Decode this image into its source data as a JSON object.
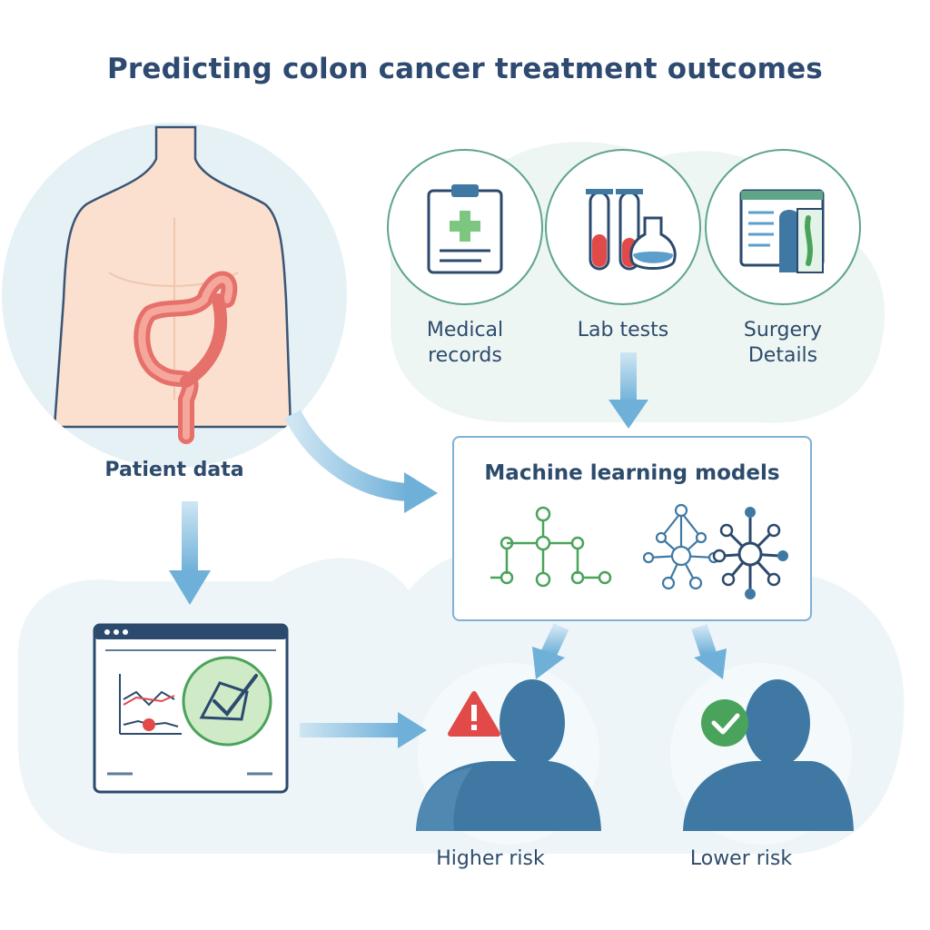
{
  "title": "Predicting colon cancer treatment outcomes",
  "patient": {
    "label": "Patient data"
  },
  "sources": [
    {
      "line1": "Medical",
      "line2": "records",
      "icon": "clipboard-cross-icon"
    },
    {
      "line1": "Lab tests",
      "line2": "",
      "icon": "test-tubes-flask-icon"
    },
    {
      "line1": "Surgery",
      "line2": "Details",
      "icon": "surgery-report-icon"
    }
  ],
  "model": {
    "title": "Machine learning models",
    "icons": [
      "decision-tree-icon",
      "neural-network-icon",
      "network-graph-icon"
    ]
  },
  "outcomes": {
    "higher": {
      "label": "Higher risk",
      "icon": "warning-triangle-icon"
    },
    "lower": {
      "label": "Lower risk",
      "icon": "check-circle-icon"
    }
  },
  "colors": {
    "primary": "#2e4a70",
    "accent_blue": "#7fb8dc",
    "green": "#4aa35a",
    "red": "#e24a4a",
    "person": "#3f79a3"
  }
}
